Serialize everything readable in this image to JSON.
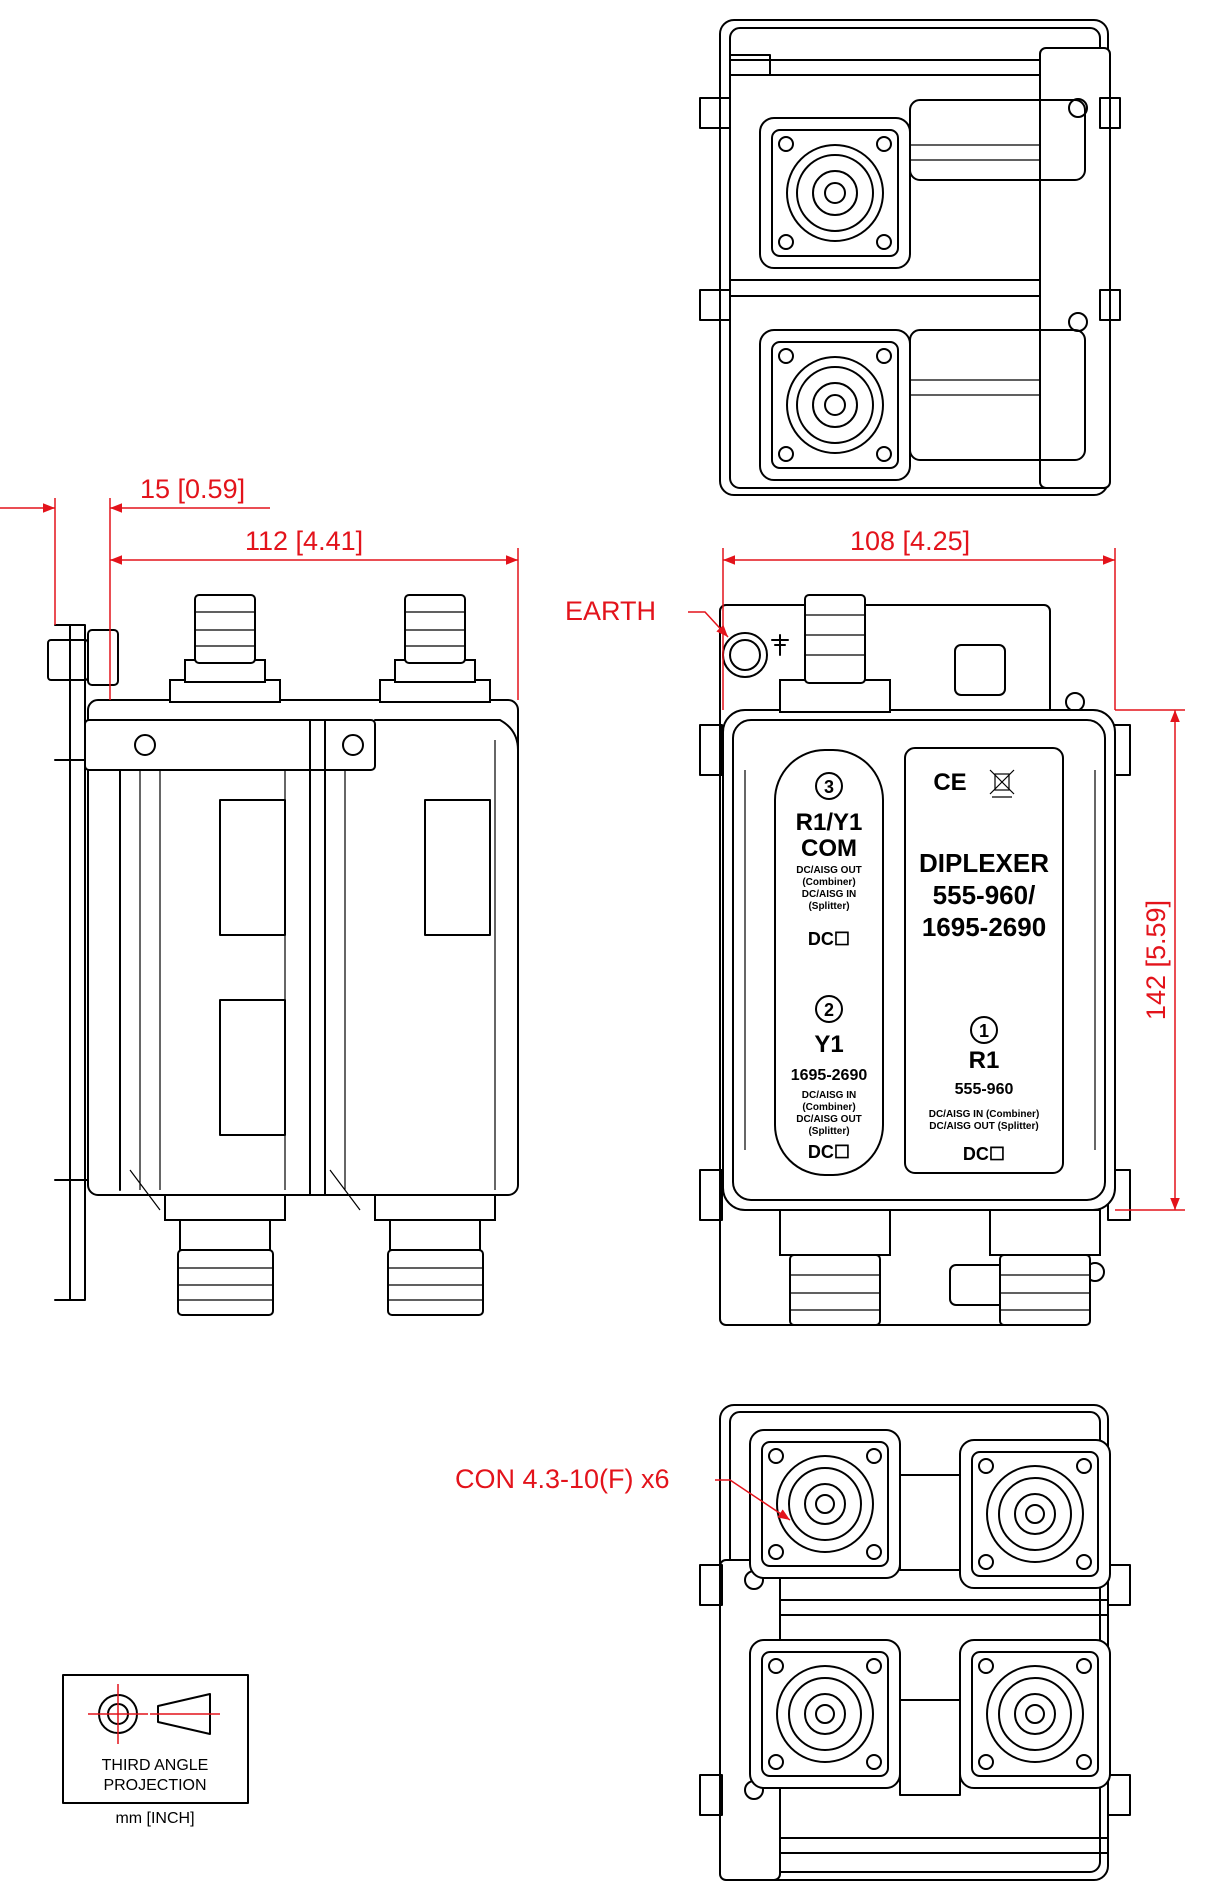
{
  "dimensions": {
    "offset": "15 [0.59]",
    "depth": "112 [4.41]",
    "width": "108 [4.25]",
    "height": "142 [5.59]"
  },
  "callouts": {
    "earth": "EARTH",
    "connectors": "CON 4.3-10(F) x6"
  },
  "label_left": {
    "port3_num": "3",
    "port3_name_a": "R1/Y1",
    "port3_name_b": "COM",
    "port3_dc_1": "DC/AISG OUT",
    "port3_dc_2": "(Combiner)",
    "port3_dc_3": "DC/AISG IN",
    "port3_dc_4": "(Splitter)",
    "port3_dc": "DC☐",
    "port2_num": "2",
    "port2_name": "Y1",
    "port2_freq": "1695-2690",
    "port2_dc_1": "DC/AISG IN",
    "port2_dc_2": "(Combiner)",
    "port2_dc_3": "DC/AISG OUT",
    "port2_dc_4": "(Splitter)",
    "port2_dc": "DC☐"
  },
  "label_right": {
    "marks": "CE",
    "title_1": "DIPLEXER",
    "title_2": "555-960/",
    "title_3": "1695-2690",
    "port1_num": "1",
    "port1_name": "R1",
    "port1_freq": "555-960",
    "port1_dc_1": "DC/AISG IN (Combiner)",
    "port1_dc_2": "DC/AISG OUT (Splitter)",
    "port1_dc": "DC☐"
  },
  "projection": {
    "line1": "THIRD ANGLE",
    "line2": "PROJECTION",
    "units": "mm [INCH]"
  }
}
